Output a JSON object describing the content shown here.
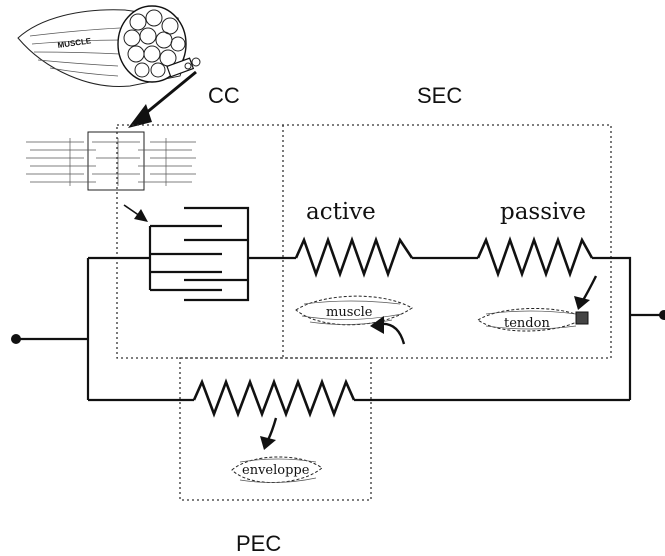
{
  "labels": {
    "cc": "CC",
    "sec": "SEC",
    "pec": "PEC",
    "active": "active",
    "passive": "passive",
    "muscle_sketch": "muscle",
    "tendon_sketch": "tendon",
    "envelope_sketch": "enveloppe",
    "muscle_illustration": "MUSCLE"
  },
  "colors": {
    "line": "#111111",
    "dotted_box": "#333333",
    "background": "#ffffff"
  },
  "icons": {
    "muscle_bundle": "muscle-fiber-bundle-illustration",
    "sarcomere": "myofilament-sarcomere-sketch",
    "terminal": "circuit-terminal-dot",
    "pointer_arrow": "curved-pointer-arrow"
  }
}
